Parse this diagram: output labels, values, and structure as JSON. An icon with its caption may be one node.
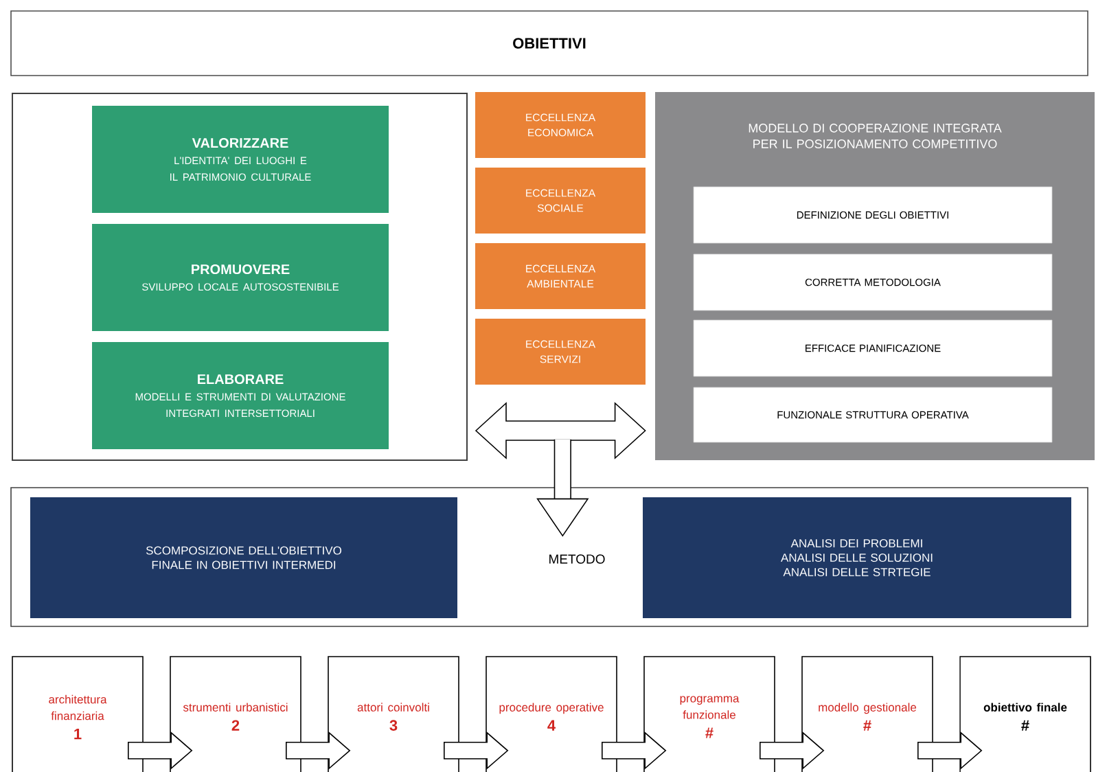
{
  "diagram": {
    "nodes": [
      {
        "text": [
          "OBIETTIVI"
        ]
      },
      {
        "text": [],
        "shape": "box"
      },
      {
        "text": [
          "VALORIZZARE",
          "L'IDENTITA' DEI LUOGHI E IL PATRIMONIO CULTURALE"
        ],
        "in": 1
      },
      {
        "text": [
          "PROMUOVERE",
          "SVILUPPO LOCALE AUTOSOSTENIBILE"
        ],
        "in": 1
      },
      {
        "text": [
          "ELABORARE",
          "MODELLI E STRUMENTI DI VALUTAZIONE INTEGRATI INTERSETTORIALI"
        ],
        "in": 1
      },
      {
        "text": [
          "ECCELLENZA ECONOMICA"
        ]
      },
      {
        "text": [
          "ECCELLENZA SOCIALE"
        ]
      },
      {
        "text": [
          "ECCELLENZA AMBIENTALE"
        ]
      },
      {
        "text": [
          "ECCELLENZA SERVIZI"
        ]
      },
      {
        "text": [
          "MODELLO DI COOPERAZIONE INTEGRATA PER IL POSIZIONAMENTO COMPETITIVO"
        ]
      },
      {
        "text": [
          "DEFINIZIONE DEGLI OBIETTIVI"
        ],
        "in": 9
      },
      {
        "text": [
          "CORRETTA METODOLOGIA"
        ],
        "in": 9
      },
      {
        "text": [
          "EFFICACE PIANIFICAZIONE"
        ],
        "in": 9
      },
      {
        "text": [
          "FUNZIONALE STRUTTURA OPERATIVA"
        ],
        "in": 9
      },
      {
        "text": [],
        "shape": "box"
      },
      {
        "text": [
          "SCOMPOSIZIONE DELL'OBIETTIVO FINALE IN OBIETTIVI INTERMEDI"
        ],
        "in": 14
      },
      {
        "text": [
          "ANALISI DEI PROBLEMI ANALISI DELLE SOLUZIONI ANALISI DELLE STRTEGIE"
        ],
        "in": 14
      },
      {
        "text": [
          "METODO"
        ],
        "in": 14
      },
      {
        "text": [
          "architettura finanziaria",
          "1"
        ]
      },
      {
        "text": [
          "strumenti urbanistici",
          "2"
        ]
      },
      {
        "text": [
          "attori coinvolti",
          "3"
        ]
      },
      {
        "text": [
          "procedure operative",
          "4"
        ]
      },
      {
        "text": [
          "programma funzionale",
          "#"
        ]
      },
      {
        "text": [
          "modello gestionale",
          "#"
        ]
      },
      {
        "text": [
          "obiettivo finale",
          "#"
        ]
      }
    ],
    "edges": [
      {
        "from": 1,
        "to": 9,
        "arrow": "both"
      },
      {
        "from": null,
        "to": 17,
        "arrow": "to"
      },
      {
        "from": 18,
        "to": 19,
        "arrow": "to"
      },
      {
        "from": 19,
        "to": 20,
        "arrow": "to"
      },
      {
        "from": 20,
        "to": 21,
        "arrow": "to"
      },
      {
        "from": 21,
        "to": 22,
        "arrow": "to"
      },
      {
        "from": 22,
        "to": 23,
        "arrow": "to"
      },
      {
        "from": 23,
        "to": 24,
        "arrow": "to"
      }
    ]
  }
}
